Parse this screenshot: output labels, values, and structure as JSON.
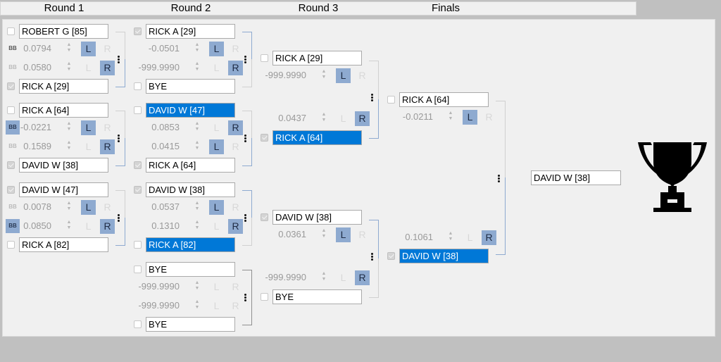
{
  "header": {
    "rounds": [
      "Round 1",
      "Round 2",
      "Round 3",
      "Finals"
    ]
  },
  "round1": [
    {
      "top": {
        "name": "ROBERT G [85]",
        "checked": false,
        "selected": false,
        "bb": "BB",
        "bb_state": "normal",
        "value": "0.0794",
        "active": "L"
      },
      "bottom": {
        "name": "RICK A [29]",
        "checked": true,
        "selected": false,
        "bb": "BB",
        "bb_state": "dim",
        "value": "0.0580",
        "active": "R"
      }
    },
    {
      "top": {
        "name": "RICK A [64]",
        "checked": false,
        "selected": false,
        "bb": "BB",
        "bb_state": "on",
        "value": "-0.0221",
        "active": "L"
      },
      "bottom": {
        "name": "DAVID W [38]",
        "checked": true,
        "selected": false,
        "bb": "BB",
        "bb_state": "dim",
        "value": "0.1589",
        "active": "R"
      }
    },
    {
      "top": {
        "name": "DAVID W [47]",
        "checked": true,
        "selected": false,
        "bb": "BB",
        "bb_state": "dim",
        "value": "0.0078",
        "active": "L"
      },
      "bottom": {
        "name": "RICK A [82]",
        "checked": false,
        "selected": false,
        "bb": "BB",
        "bb_state": "on",
        "value": "0.0850",
        "active": "R"
      }
    }
  ],
  "round2": [
    {
      "top": {
        "name": "RICK A [29]",
        "checked": true,
        "selected": false,
        "value": "-0.0501",
        "active": "L"
      },
      "bottom": {
        "name": "BYE",
        "checked": false,
        "selected": false,
        "value": "-999.9990",
        "active": "R"
      }
    },
    {
      "top": {
        "name": "DAVID W [47]",
        "checked": false,
        "selected": true,
        "value": "0.0853",
        "active": "R"
      },
      "bottom": {
        "name": "RICK A [64]",
        "checked": true,
        "selected": false,
        "value": "0.0415",
        "active": "L"
      }
    },
    {
      "top": {
        "name": "DAVID W [38]",
        "checked": true,
        "selected": false,
        "value": "0.0537",
        "active": "L"
      },
      "bottom": {
        "name": "RICK A [82]",
        "checked": false,
        "selected": true,
        "value": "0.1310",
        "active": "R"
      }
    },
    {
      "top": {
        "name": "BYE",
        "checked": false,
        "selected": false,
        "value": "-999.9990",
        "active": ""
      },
      "bottom": {
        "name": "BYE",
        "checked": false,
        "selected": false,
        "value": "-999.9990",
        "active": ""
      }
    }
  ],
  "round3": [
    {
      "top": {
        "name": "RICK A [29]",
        "checked": false,
        "selected": false,
        "value": "-999.9990",
        "active": "L"
      },
      "bottom": {
        "name": "RICK A [64]",
        "checked": true,
        "selected": true,
        "value": "0.0437",
        "active": "R"
      }
    },
    {
      "top": {
        "name": "DAVID W [38]",
        "checked": true,
        "selected": false,
        "value": "0.0361",
        "active": "L"
      },
      "bottom": {
        "name": "BYE",
        "checked": false,
        "selected": false,
        "value": "-999.9990",
        "active": "R"
      }
    }
  ],
  "finals": {
    "top": {
      "name": "RICK A [64]",
      "checked": false,
      "selected": false,
      "value": "-0.0211",
      "active": "L"
    },
    "bottom": {
      "name": "DAVID W [38]",
      "checked": true,
      "selected": true,
      "value": "0.1061",
      "active": "R"
    }
  },
  "champion": {
    "name": "DAVID W [38]",
    "icon": "trophy-icon"
  },
  "labels": {
    "left": "L",
    "right": "R",
    "spin_up": "▲",
    "spin_down": "▼"
  },
  "colors": {
    "selected": "#0078d7",
    "active_button": "#8eaad0",
    "connector_active": "#8eaad0",
    "connector_idle": "#d0d0d0"
  }
}
